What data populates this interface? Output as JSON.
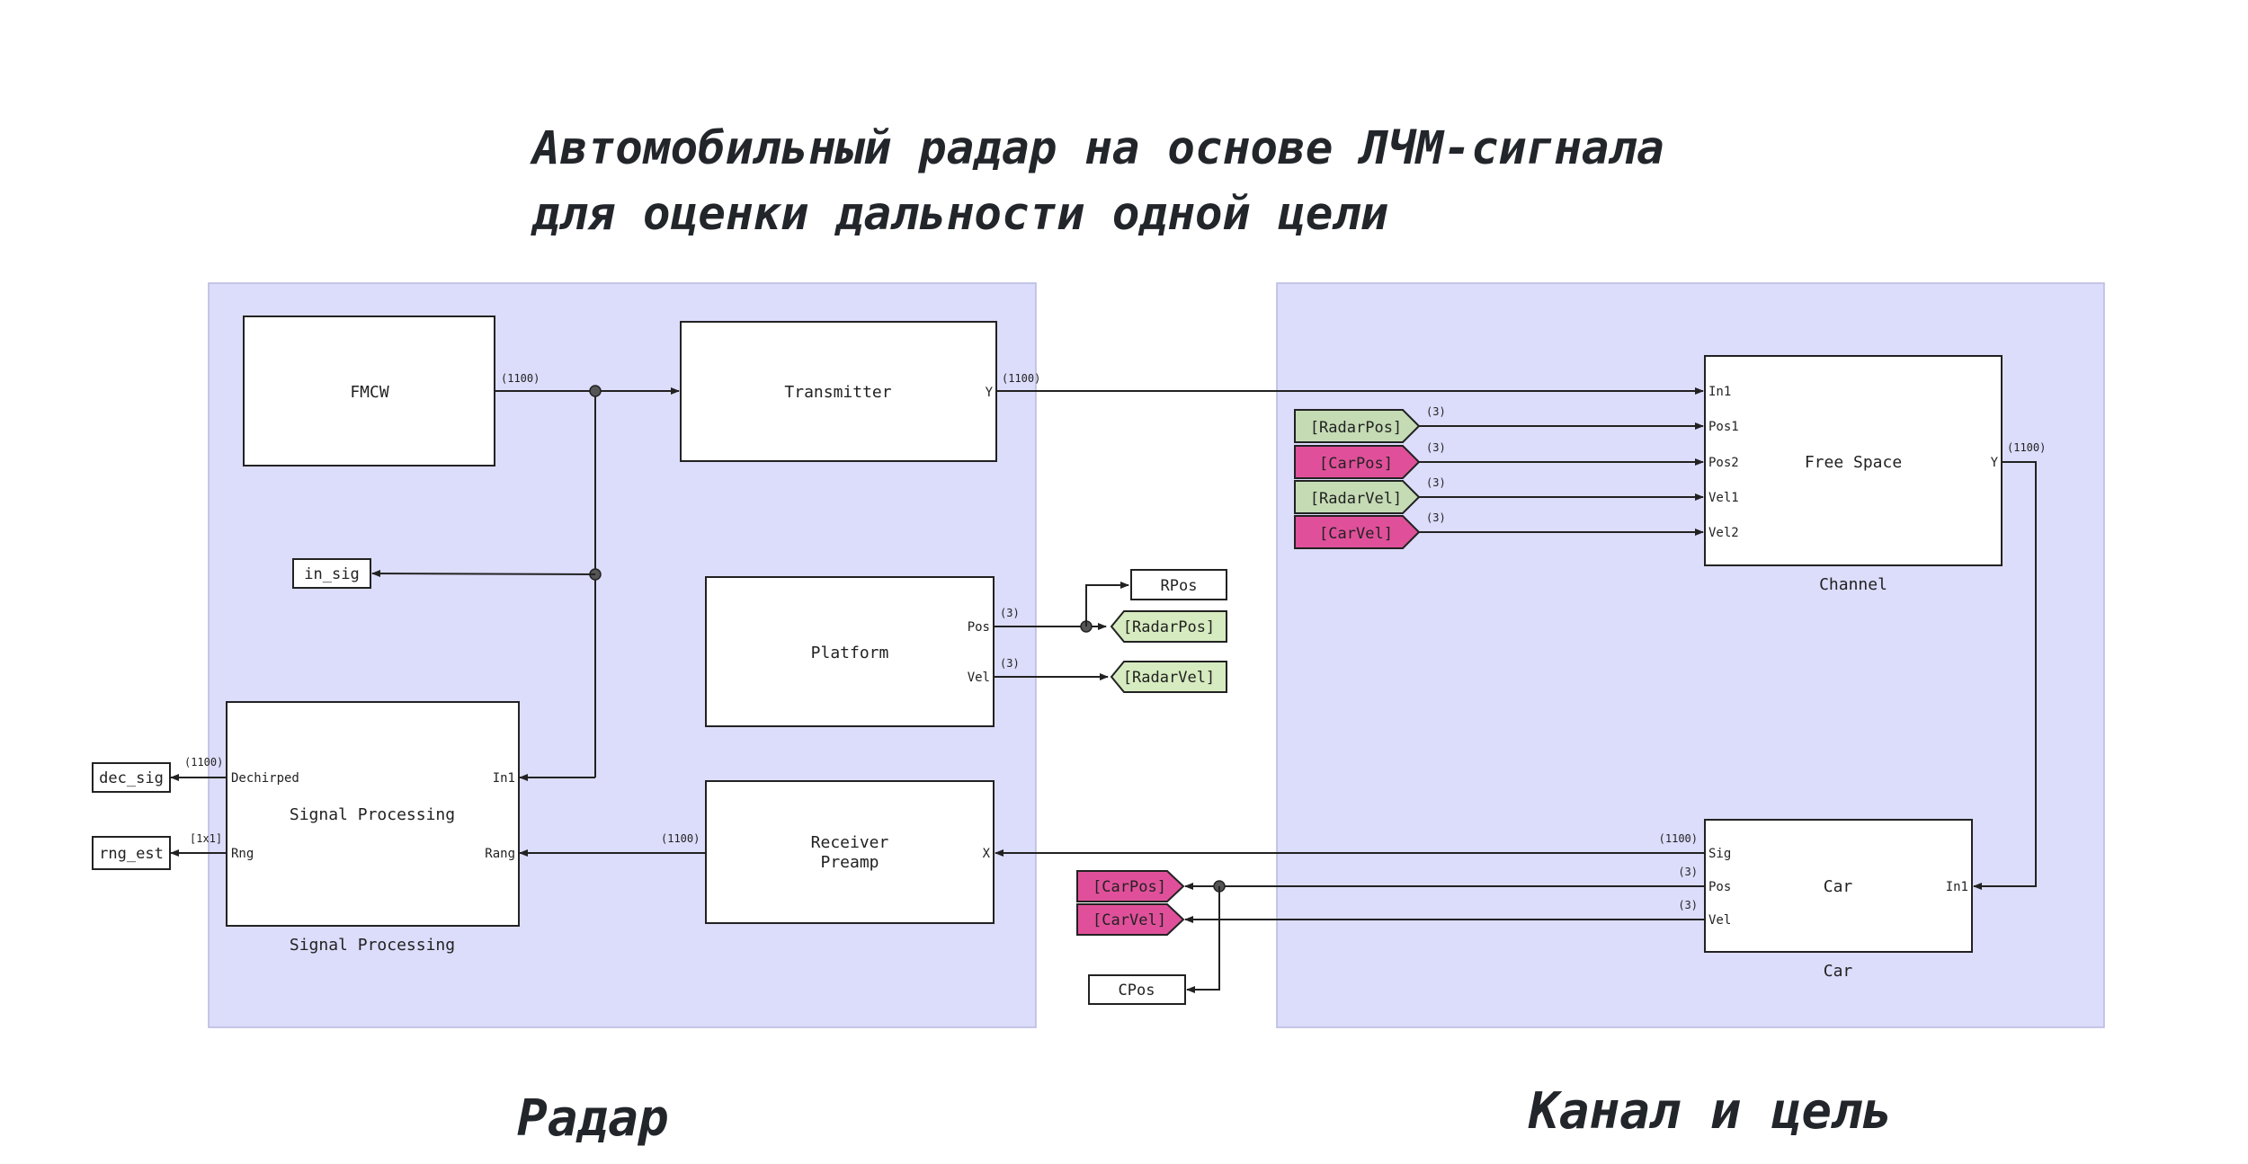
{
  "title": {
    "line1": "Автомобильный радар на основе ЛЧМ-сигнала",
    "line2": "для оценки дальности одной цели"
  },
  "areas": {
    "radar": {
      "label": "Радар",
      "fill": "#dcdcfb"
    },
    "channel": {
      "label": "Канал и цель",
      "fill": "#dcdcfb"
    }
  },
  "blocks": {
    "fmcw": {
      "label": "FMCW"
    },
    "transmitter": {
      "label": "Transmitter",
      "out_port": "Y"
    },
    "platform": {
      "label": "Platform",
      "port_pos": "Pos",
      "port_vel": "Vel"
    },
    "signal_processing": {
      "label": "Signal Processing",
      "caption": "Signal Processing",
      "port_dechirped": "Dechirped",
      "port_rng": "Rng",
      "port_in1": "In1",
      "port_rang": "Rang"
    },
    "receiver": {
      "label_line1": "Receiver",
      "label_line2": "Preamp",
      "port_x": "X"
    },
    "free_space": {
      "label": "Free Space",
      "caption": "Channel",
      "ports": [
        "In1",
        "Pos1",
        "Pos2",
        "Vel1",
        "Vel2"
      ],
      "out_port": "Y"
    },
    "car": {
      "label": "Car",
      "caption": "Car",
      "port_sig": "Sig",
      "port_pos": "Pos",
      "port_vel": "Vel",
      "port_in1": "In1"
    }
  },
  "outports": {
    "in_sig": "in_sig",
    "dec_sig": "dec_sig",
    "rng_est": "rng_est",
    "rpos": "RPos",
    "cpos": "CPos"
  },
  "tags": {
    "goto_radarpos": "[RadarPos]",
    "goto_radarvel": "[RadarVel]",
    "from_radarpos": "[RadarPos]",
    "from_carpos": "[CarPos]",
    "from_radarvel": "[RadarVel]",
    "from_carvel": "[CarVel]",
    "goto_carpos": "[CarPos]",
    "goto_carvel": "[CarVel]"
  },
  "tag_colors": {
    "green": "#c4dbb4",
    "light_green": "#d6ebbf",
    "magenta": "#e0509a"
  },
  "dims": {
    "fmcw_out": "(1100)",
    "tx_out": "(1100)",
    "radarpos": "(3)",
    "carpos": "(3)",
    "radarvel": "(3)",
    "carvel": "(3)",
    "fs_out": "(1100)",
    "platform_pos": "(3)",
    "platform_vel": "(3)",
    "dec_sig": "(1100)",
    "rng_est": "[1x1]",
    "rx_out": "(1100)",
    "car_sig": "(1100)",
    "car_pos": "(3)",
    "car_vel": "(3)"
  }
}
